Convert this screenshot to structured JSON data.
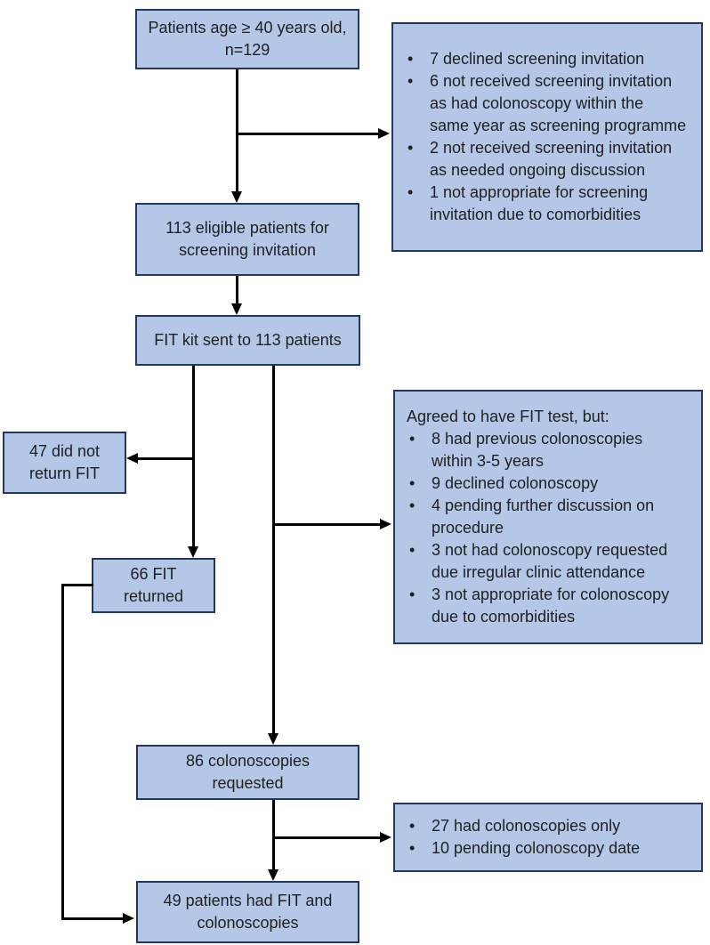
{
  "flowchart": {
    "bullet_glyph": "•",
    "colors": {
      "box_fill": "#b4c7e7",
      "box_border": "#1f3864",
      "connector_line": "#000000"
    },
    "boxes": {
      "patients_total": "Patients age ≥ 40 years old,\nn=129",
      "eligible": "113 eligible patients for\nscreening invitation",
      "fit_sent": "FIT kit sent to 113 patients",
      "fit_not_returned": "47 did not\nreturn FIT",
      "fit_returned": "66 FIT\nreturned",
      "colonoscopies_requested": "86 colonoscopies\nrequested",
      "fit_and_colonoscopies": "49 patients had FIT and\ncolonoscopies"
    },
    "side_notes": {
      "screening_exclusions": {
        "bullets": [
          "7 declined screening invitation",
          "6 not received screening invitation\nas had colonoscopy within the\nsame year as screening programme",
          "2 not received screening invitation\nas needed ongoing discussion",
          "1 not appropriate for screening\ninvitation due to comorbidities"
        ]
      },
      "fit_exclusions": {
        "header": "Agreed to have FIT test, but:",
        "bullets": [
          "8 had previous colonoscopies\nwithin 3-5 years",
          "9 declined colonoscopy",
          "4 pending further discussion on\nprocedure",
          "3 not had colonoscopy requested\ndue irregular clinic attendance",
          "3 not appropriate for colonoscopy\ndue to comorbidities"
        ]
      },
      "colonoscopy_outcomes": {
        "bullets": [
          "27 had colonoscopies only",
          "10 pending colonoscopy date"
        ]
      }
    }
  }
}
